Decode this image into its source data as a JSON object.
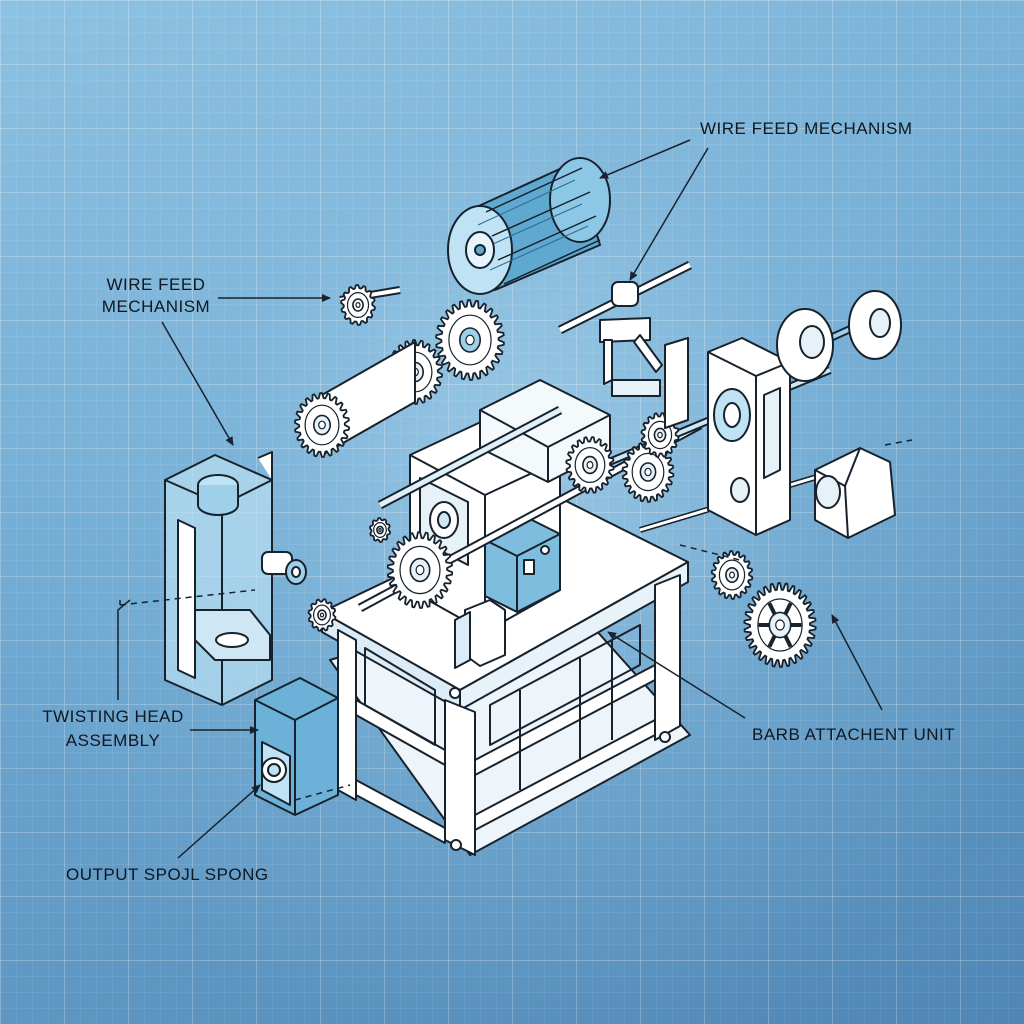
{
  "diagram": {
    "colors": {
      "background": "#6fa9d2",
      "line": "#17222d",
      "part_fill": "#ffffff",
      "accent_fill": "#bfe3f4",
      "accent_dark": "#5fa8cf"
    },
    "labels": {
      "wire_feed_top": "WIRE FEED MECHANISM",
      "wire_feed_left_1": "WIRE FEED",
      "wire_feed_left_2": "MECHANISM",
      "twisting_1": "TWISTING HEAD",
      "twisting_2": "ASSEMBLY",
      "barb": "BARB ATTACHENT UNIT",
      "output": "OUTPUT SPOJL SPONG"
    }
  }
}
